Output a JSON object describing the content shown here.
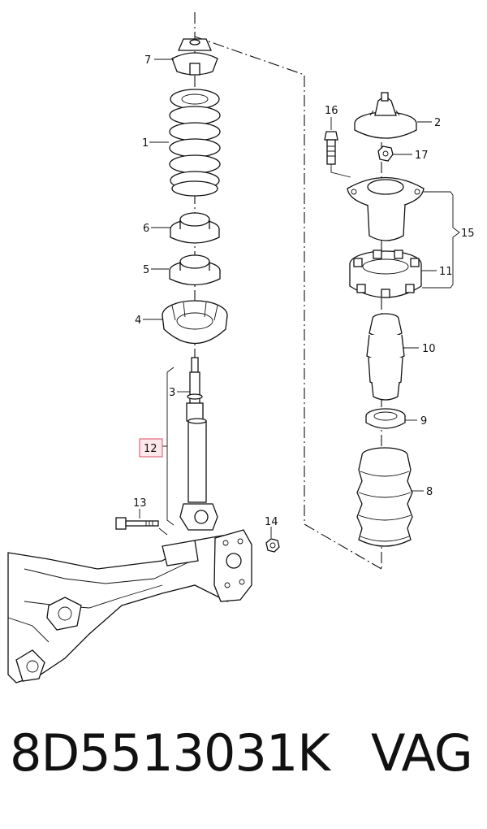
{
  "callouts": {
    "c1": "1",
    "c2": "2",
    "c3": "3",
    "c4": "4",
    "c5": "5",
    "c6": "6",
    "c7": "7",
    "c8": "8",
    "c9": "9",
    "c10": "10",
    "c11": "11",
    "c12": "12",
    "c13": "13",
    "c14": "14",
    "c15": "15",
    "c16": "16",
    "c17": "17"
  },
  "part_number": "8D5513031K",
  "brand": "VAG",
  "colors": {
    "highlight_box": "#e06a7a",
    "highlight_fill": "#fde7ea",
    "ink": "#111111"
  }
}
